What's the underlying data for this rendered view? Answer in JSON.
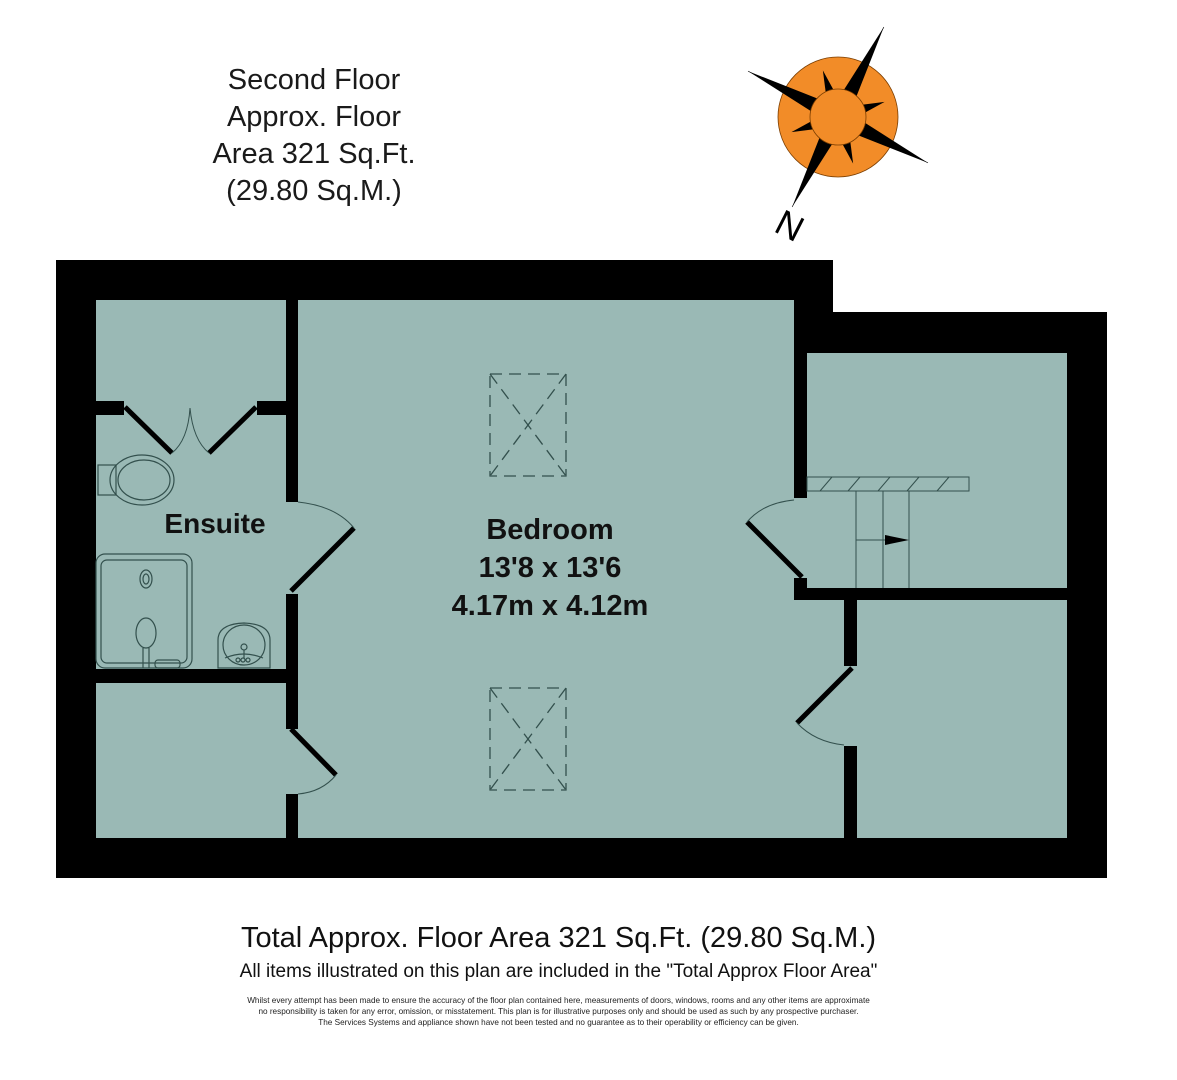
{
  "floor_title": {
    "lines": [
      "Second Floor",
      "Approx. Floor",
      "Area 321 Sq.Ft.",
      "(29.80 Sq.M.)"
    ]
  },
  "compass": {
    "icon": "compass-rose-icon",
    "north_label": "N",
    "fill_color": "#f28c28"
  },
  "rooms": {
    "ensuite": {
      "name": "Ensuite"
    },
    "bedroom": {
      "name": "Bedroom",
      "dims_imperial": "13'8 x 13'6",
      "dims_metric": "4.17m x 4.12m"
    }
  },
  "fixtures": [
    "toilet-icon",
    "shower-icon",
    "basin-icon",
    "skylight-icon",
    "skylight-icon",
    "staircase-icon"
  ],
  "colors": {
    "room_fill": "#9ab9b5",
    "wall": "#000000",
    "fixture_line": "#33504d",
    "compass": "#f28c28"
  },
  "footer": {
    "total_area": "Total Approx. Floor Area 321 Sq.Ft. (29.80 Sq.M.)",
    "included_note": "All items illustrated on this plan are included in the \"Total Approx Floor Area\"",
    "disclaimer_lines": [
      "Whilst every attempt has been made to ensure the accuracy of the floor plan contained here, measurements of doors, windows, rooms and any other items are approximate",
      "no responsibility is taken for any error, omission, or misstatement. This plan is for illustrative purposes only and should be used as such by any prospective purchaser.",
      "The Services Systems and appliance shown have not been tested and no guarantee as to their operability or efficiency can be given."
    ]
  }
}
